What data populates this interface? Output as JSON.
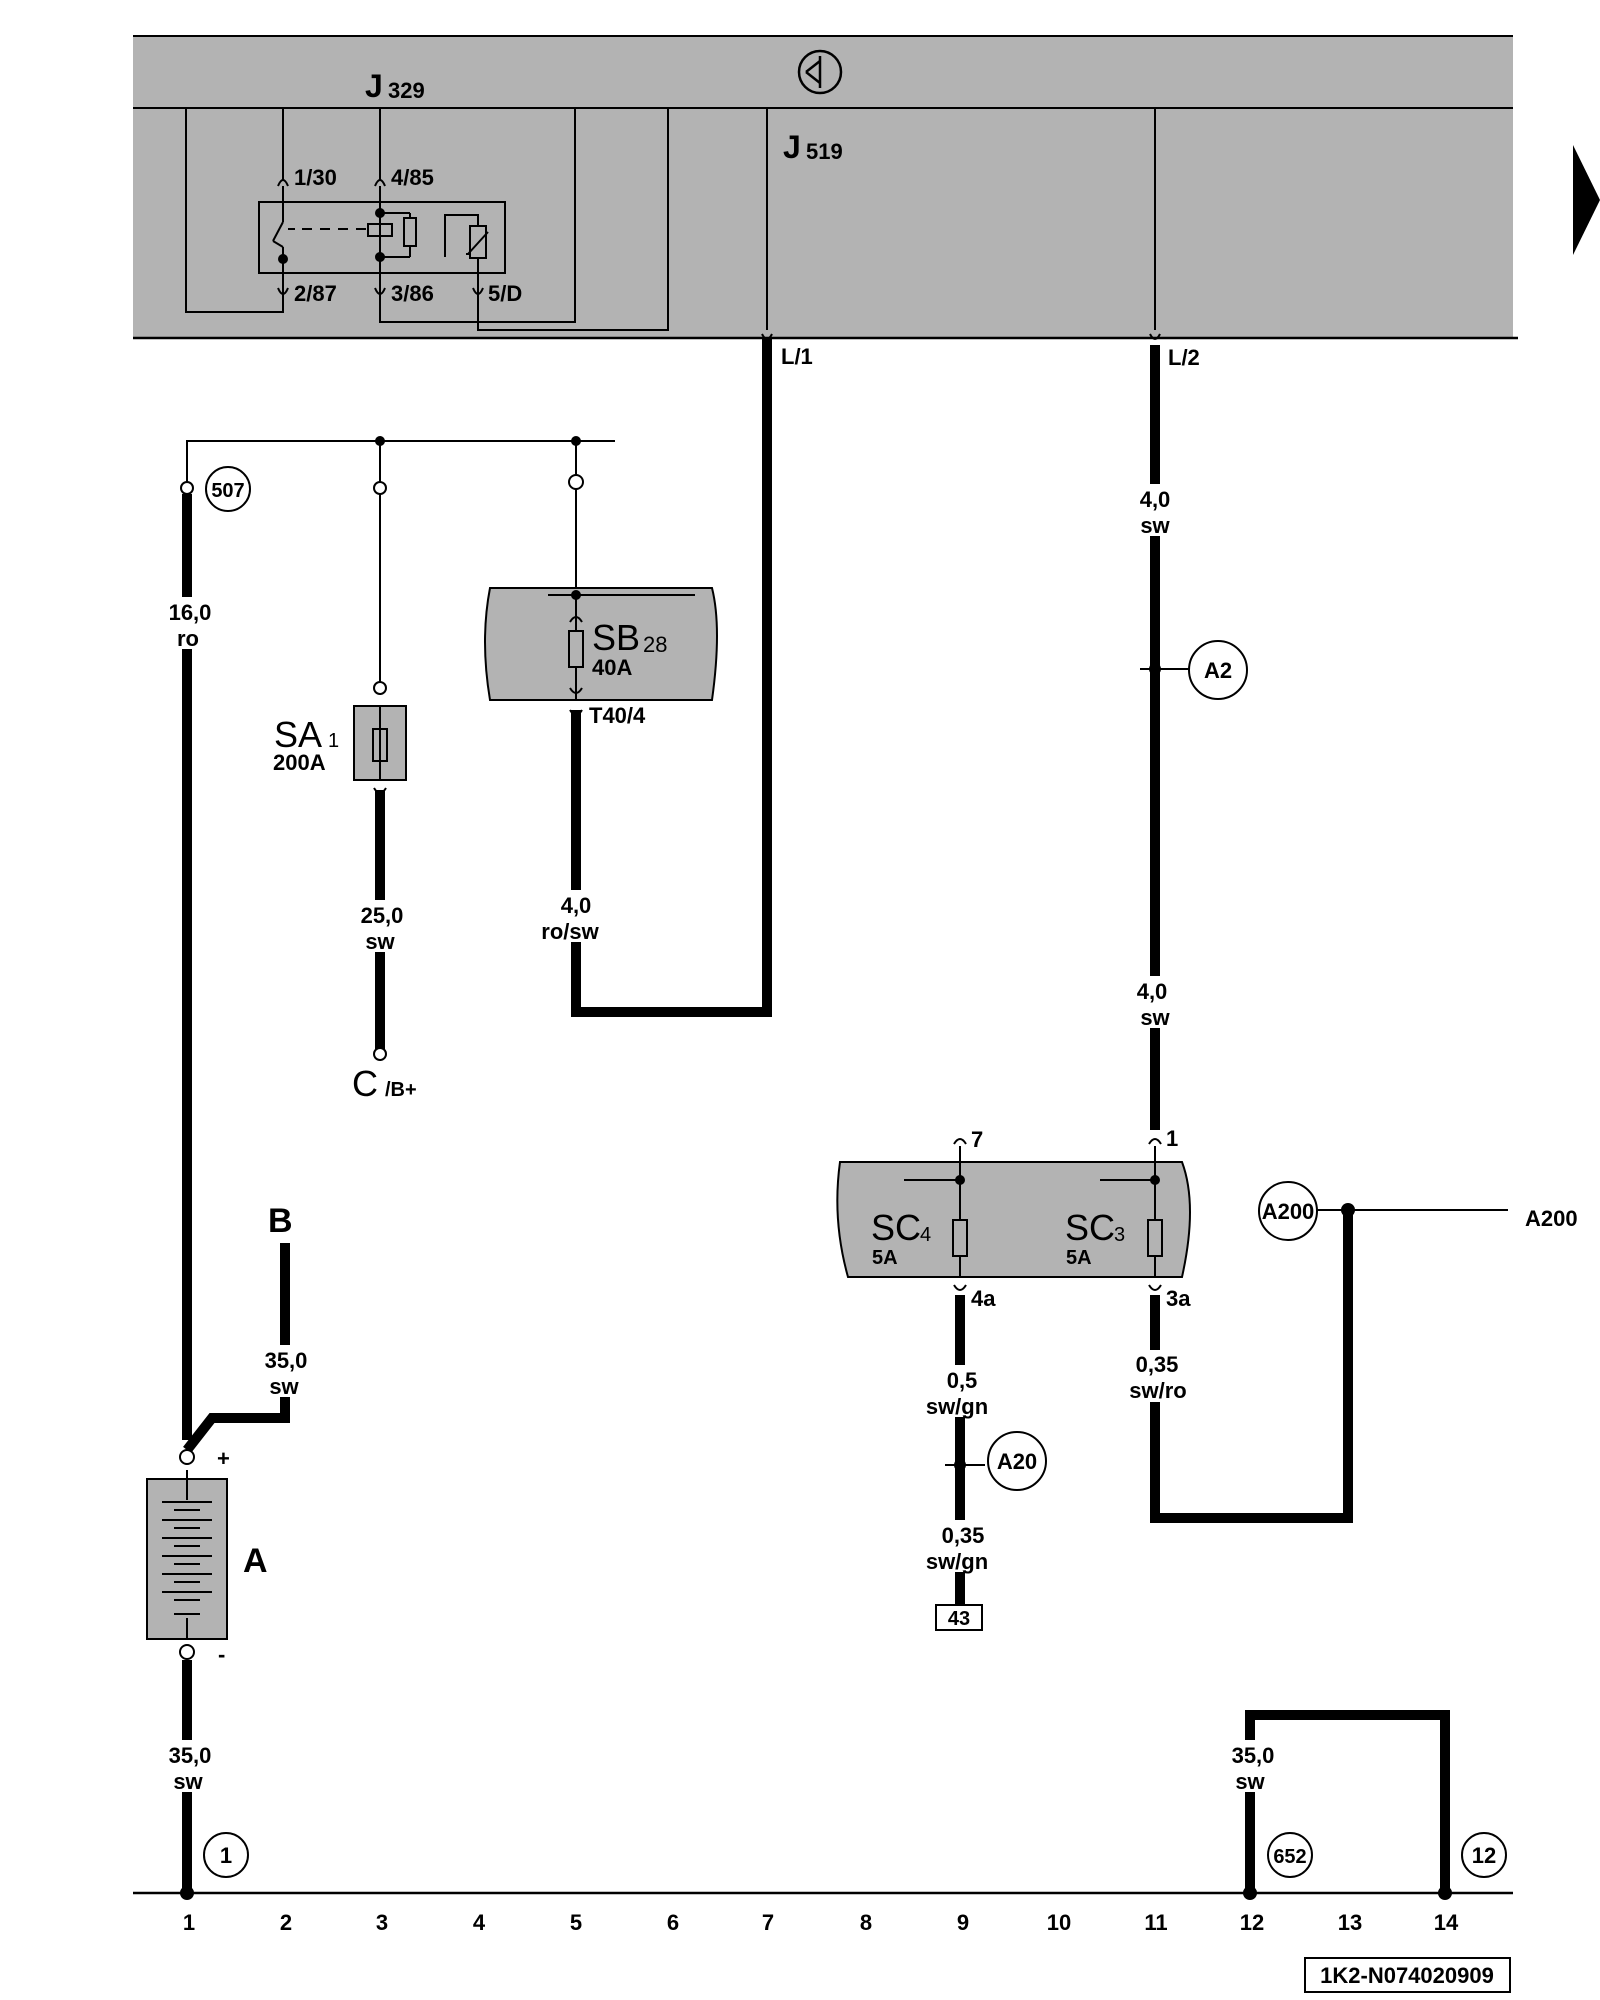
{
  "top_box": {
    "j329": {
      "letter": "J",
      "num": "329"
    },
    "j519": {
      "letter": "J",
      "num": "519"
    },
    "pins": {
      "p1": "1/30",
      "p2": "4/85",
      "p3": "2/87",
      "p4": "3/86",
      "p5": "5/D"
    },
    "out_l1": "L/1",
    "out_l2": "L/2"
  },
  "nodes": {
    "n507": "507",
    "a2": "A2",
    "a20": "A20",
    "a200": "A200",
    "a200_right": "A200",
    "n1": "1",
    "n652": "652",
    "n12": "12",
    "box43": "43"
  },
  "wires": {
    "w1": {
      "size": "16,0",
      "color": "ro"
    },
    "w2": {
      "size": "25,0",
      "color": "sw"
    },
    "w3": {
      "size": "4,0",
      "color": "ro/sw"
    },
    "w4": {
      "size": "35,0",
      "color": "sw"
    },
    "w5": {
      "size": "35,0",
      "color": "sw"
    },
    "w6": {
      "size": "4,0",
      "color": "sw"
    },
    "w7": {
      "size": "4,0",
      "color": "sw"
    },
    "w8": {
      "size": "0,5",
      "color": "sw/gn"
    },
    "w9": {
      "size": "0,35",
      "color": "sw/gn"
    },
    "w10": {
      "size": "0,35",
      "color": "sw/ro"
    },
    "w11": {
      "size": "35,0",
      "color": "sw"
    }
  },
  "components": {
    "sa1": {
      "name": "SA",
      "sub": "1",
      "rating": "200A"
    },
    "sb28": {
      "name": "SB",
      "sub": "28",
      "rating": "40A",
      "pin": "T40/4"
    },
    "sc4": {
      "name": "SC",
      "sub": "4",
      "rating": "5A",
      "pin_top": "7",
      "pin_bot": "4a"
    },
    "sc3": {
      "name": "SC",
      "sub": "3",
      "rating": "5A",
      "pin_top": "1",
      "pin_bot": "3a"
    },
    "c": {
      "letter": "C",
      "suffix": "/B+"
    },
    "b": "B",
    "a": "A",
    "plus": "+",
    "minus": "-"
  },
  "bottom_scale": [
    "1",
    "2",
    "3",
    "4",
    "5",
    "6",
    "7",
    "8",
    "9",
    "10",
    "11",
    "12",
    "13",
    "14"
  ],
  "doc_id": "1K2-N074020909",
  "colors": {
    "gray": "#b3b3b3",
    "line": "#000000",
    "bg": "#ffffff"
  },
  "icons": {
    "header_symbol": "earth-ground-icon",
    "continuation": "arrow-right-icon"
  }
}
